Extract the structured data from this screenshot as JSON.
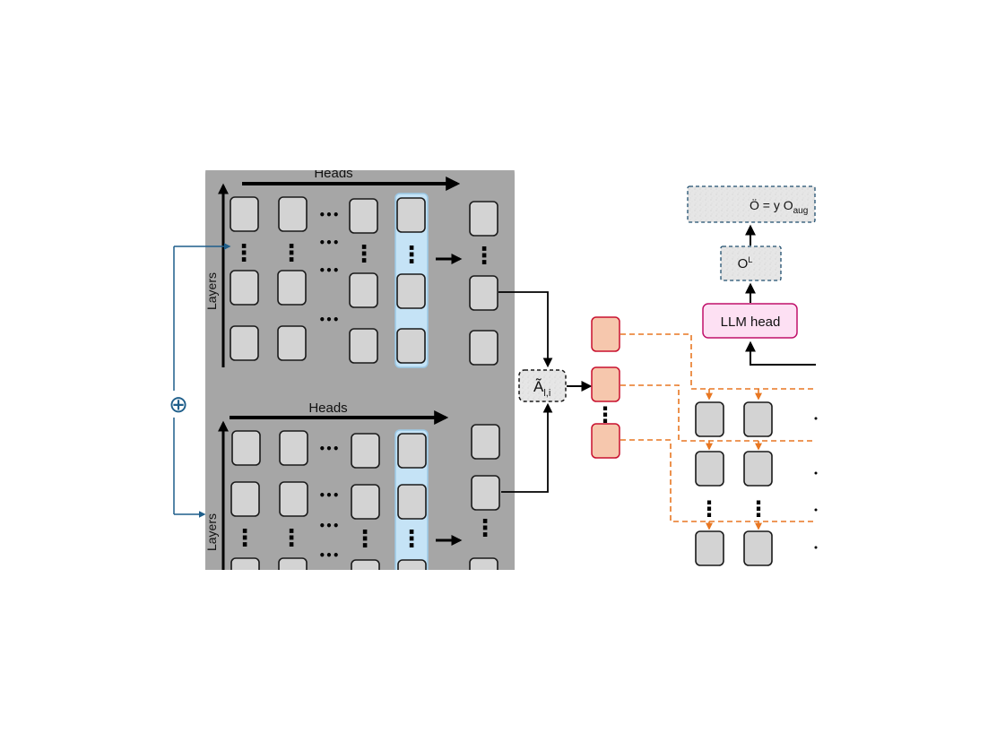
{
  "labels": {
    "heads_top": "Heads",
    "layers_top": "Layers",
    "heads_bottom": "Heads",
    "layers_bottom": "Layers",
    "attention": "Ã",
    "attention_sub": "l,i",
    "llm_head": "LLM head",
    "o_layer": "O",
    "o_layer_sup": "L",
    "output": "Ö = y O",
    "output_sub": "aug",
    "sum_symbol": "⊕",
    "vertical_ellipsis": "⋮",
    "horizontal_ellipsis": "•••"
  },
  "colors": {
    "panel_bg": "#a6a6a6",
    "cell_fill": "#d3d3d3",
    "highlight_column": "#c5e3f6",
    "red_node_fill": "#f6c7ad",
    "red_node_stroke": "#c8102e",
    "llm_head_fill": "#fde0f3",
    "llm_head_stroke": "#c0106a",
    "dashed_orange": "#e87722",
    "bracket_blue": "#1f5f8b"
  }
}
